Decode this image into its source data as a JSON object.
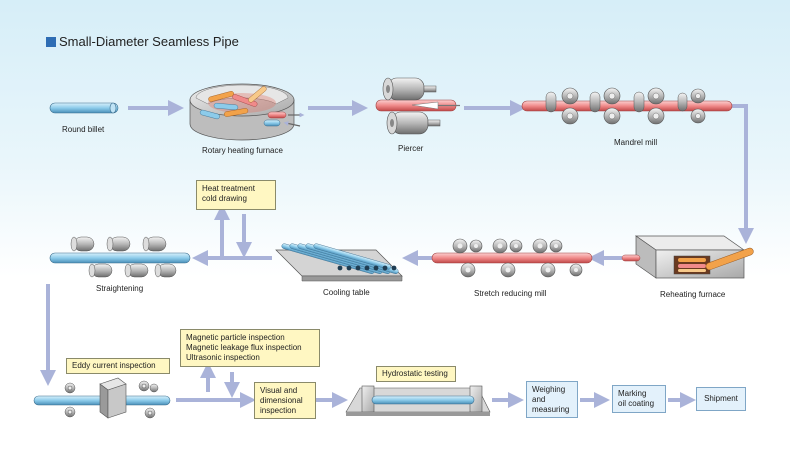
{
  "title": "Small-Diameter Seamless Pipe",
  "colors": {
    "accent": "#2e6db4",
    "arrow": "#aab3d9",
    "box_yellow": "#fff7c2",
    "box_blue": "#e3f1fb",
    "pipe_blue": "#8ccbea",
    "pipe_red": "#f08a8a"
  },
  "steps": {
    "round_billet": "Round billet",
    "rotary_furnace": "Rotary heating furnace",
    "piercer": "Piercer",
    "mandrel_mill": "Mandrel mill",
    "heat_treatment_line1": "Heat treatment",
    "heat_treatment_line2": "cold drawing",
    "straightening": "Straightening",
    "cooling_table": "Cooling table",
    "stretch_reducing": "Stretch reducing mill",
    "reheating_furnace": "Reheating furnace",
    "eddy_current": "Eddy current inspection",
    "magnetic_line1": "Magnetic particle inspection",
    "magnetic_line2": "Magnetic leakage flux inspection",
    "magnetic_line3": "Ultrasonic inspection",
    "visual_line1": "Visual and",
    "visual_line2": "dimensional",
    "visual_line3": "inspection",
    "hydrostatic": "Hydrostatic testing",
    "weighing_line1": "Weighing",
    "weighing_line2": "and",
    "weighing_line3": "measuring",
    "marking_line1": "Marking",
    "marking_line2": "oil coating",
    "shipment": "Shipment"
  }
}
